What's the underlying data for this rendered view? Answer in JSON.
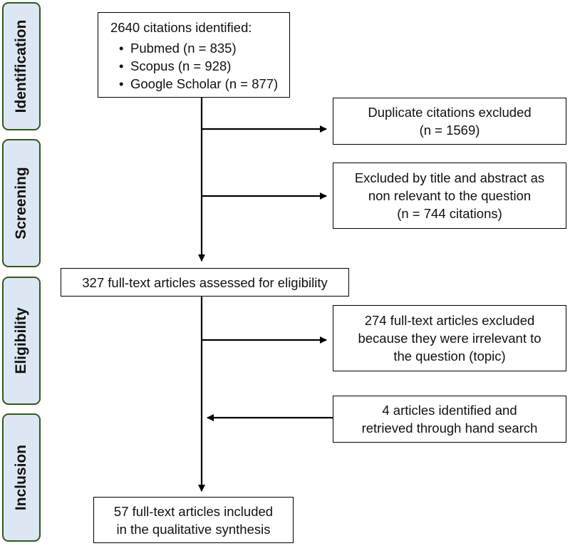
{
  "phases": [
    {
      "id": "identification",
      "label": "Identification"
    },
    {
      "id": "screening",
      "label": "Screening"
    },
    {
      "id": "eligibility",
      "label": "Eligibility"
    },
    {
      "id": "inclusion",
      "label": "Inclusion"
    }
  ],
  "identified": {
    "title": "2640 citations identified:",
    "sources": [
      "Pubmed (n = 835)",
      "Scopus (n = 928)",
      "Google Scholar (n = 877)"
    ]
  },
  "duplicates": {
    "lines": [
      "Duplicate citations excluded",
      "(n = 1569)"
    ]
  },
  "title_abstract": {
    "lines": [
      "Excluded by title and abstract as",
      "non relevant to the question",
      "(n = 744 citations)"
    ]
  },
  "fulltext_assessed": {
    "lines": [
      "327 full-text articles assessed for eligibility"
    ]
  },
  "fulltext_excluded": {
    "lines": [
      "274 full-text articles excluded",
      "because they were irrelevant to",
      "the question (topic)"
    ]
  },
  "hand_search": {
    "lines": [
      "4 articles identified and",
      "retrieved through hand search"
    ]
  },
  "included": {
    "lines": [
      "57 full-text articles included",
      "in the qualitative synthesis"
    ]
  }
}
